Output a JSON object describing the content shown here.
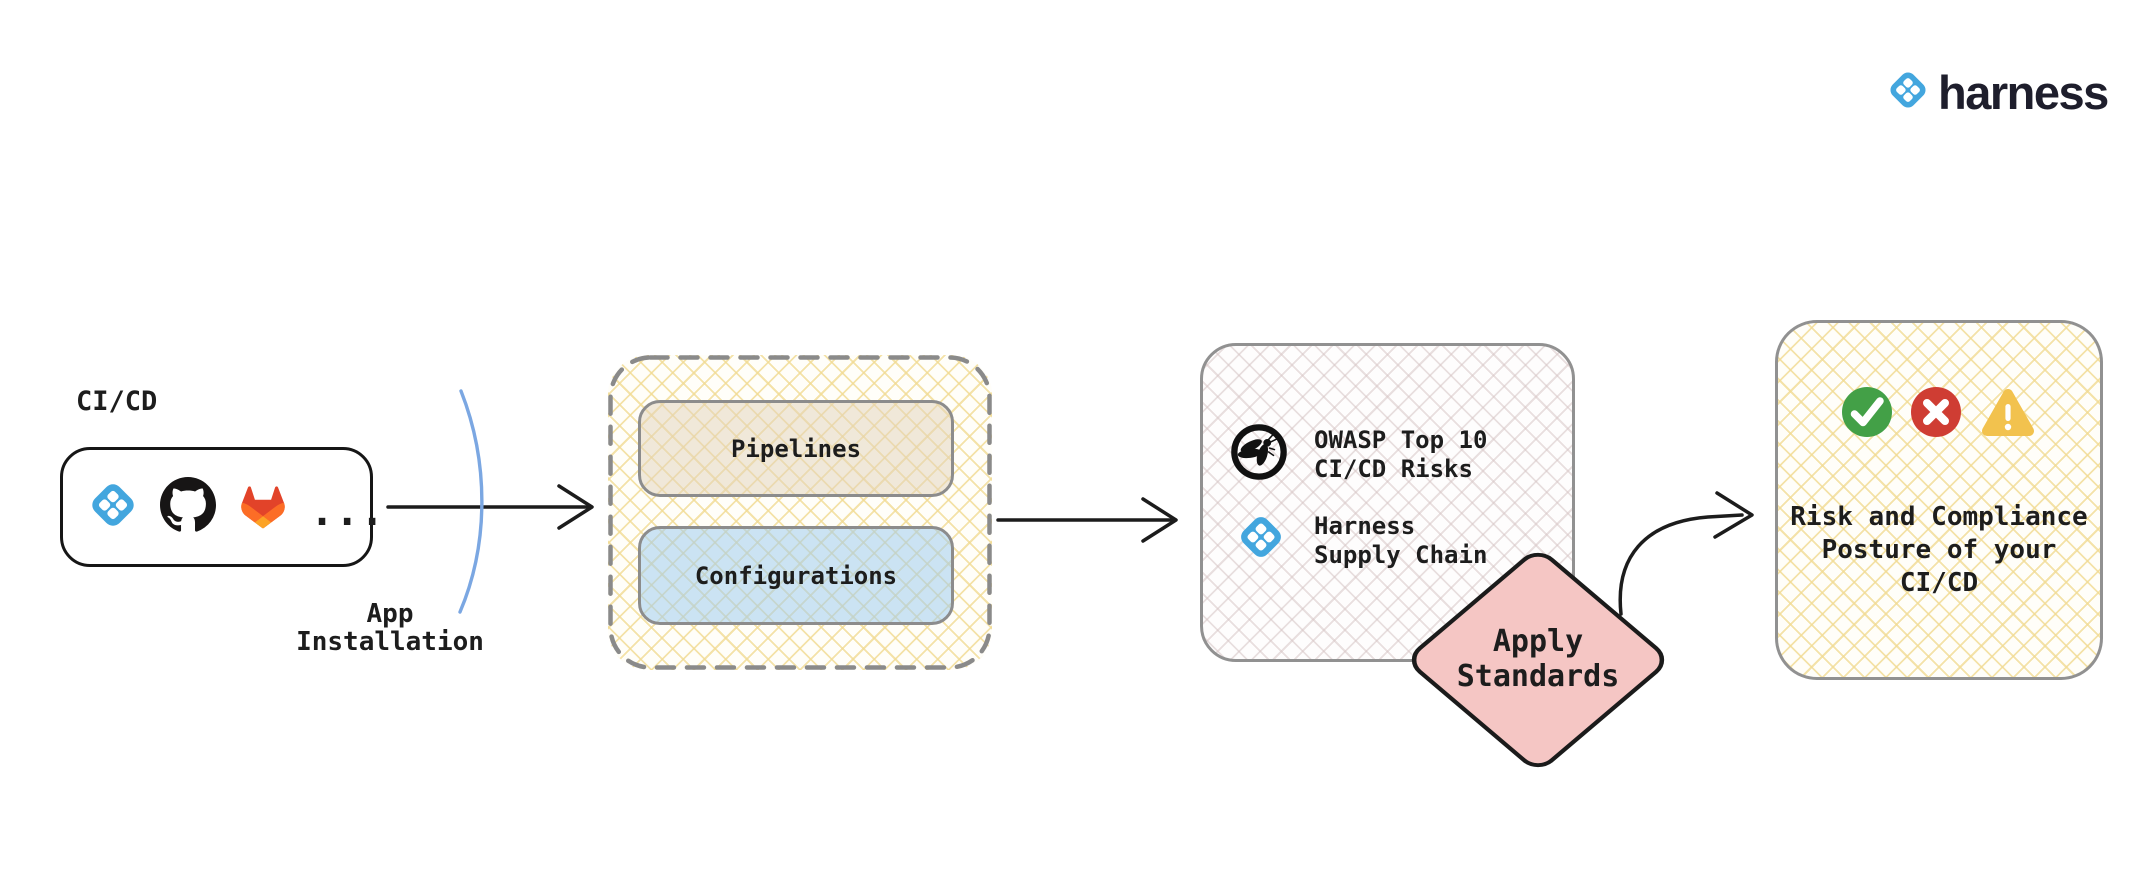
{
  "brand": {
    "wordmark": "harness"
  },
  "colors": {
    "harness_blue": "#43a6de",
    "arc_blue": "#7ba7e2",
    "diamond_pink": "#f5c6c4",
    "pipelines_fill": "#e9ddcd",
    "configurations_fill": "#cde2f4",
    "success_green": "#43a047",
    "error_red": "#cf3d33",
    "warning_yellow": "#f2c24e",
    "hatch_yellow_line": "#f1db94",
    "hatch_gray_line": "#d7c6c6",
    "dashed_border_gray": "#8a8a8a",
    "solid_border_gray": "#919191"
  },
  "diagram": {
    "source": {
      "title": "CI/CD",
      "icons": [
        "harness-icon",
        "github-icon",
        "gitlab-icon"
      ],
      "more": "..."
    },
    "transition": {
      "line1": "App",
      "line2": "Installation"
    },
    "scope": {
      "items": [
        {
          "label": "Pipelines"
        },
        {
          "label": "Configurations"
        }
      ]
    },
    "standards": {
      "items": [
        {
          "icon": "owasp-icon",
          "line1": "OWASP Top 10",
          "line2": "CI/CD Risks"
        },
        {
          "icon": "harness-icon",
          "line1": "Harness",
          "line2": "Supply Chain"
        }
      ]
    },
    "decision": {
      "line1": "Apply",
      "line2": "Standards"
    },
    "outcome": {
      "icons": [
        "check-icon",
        "cross-icon",
        "warning-icon"
      ],
      "line1": "Risk and Compliance",
      "line2": "Posture of your",
      "line3": "CI/CD"
    }
  }
}
